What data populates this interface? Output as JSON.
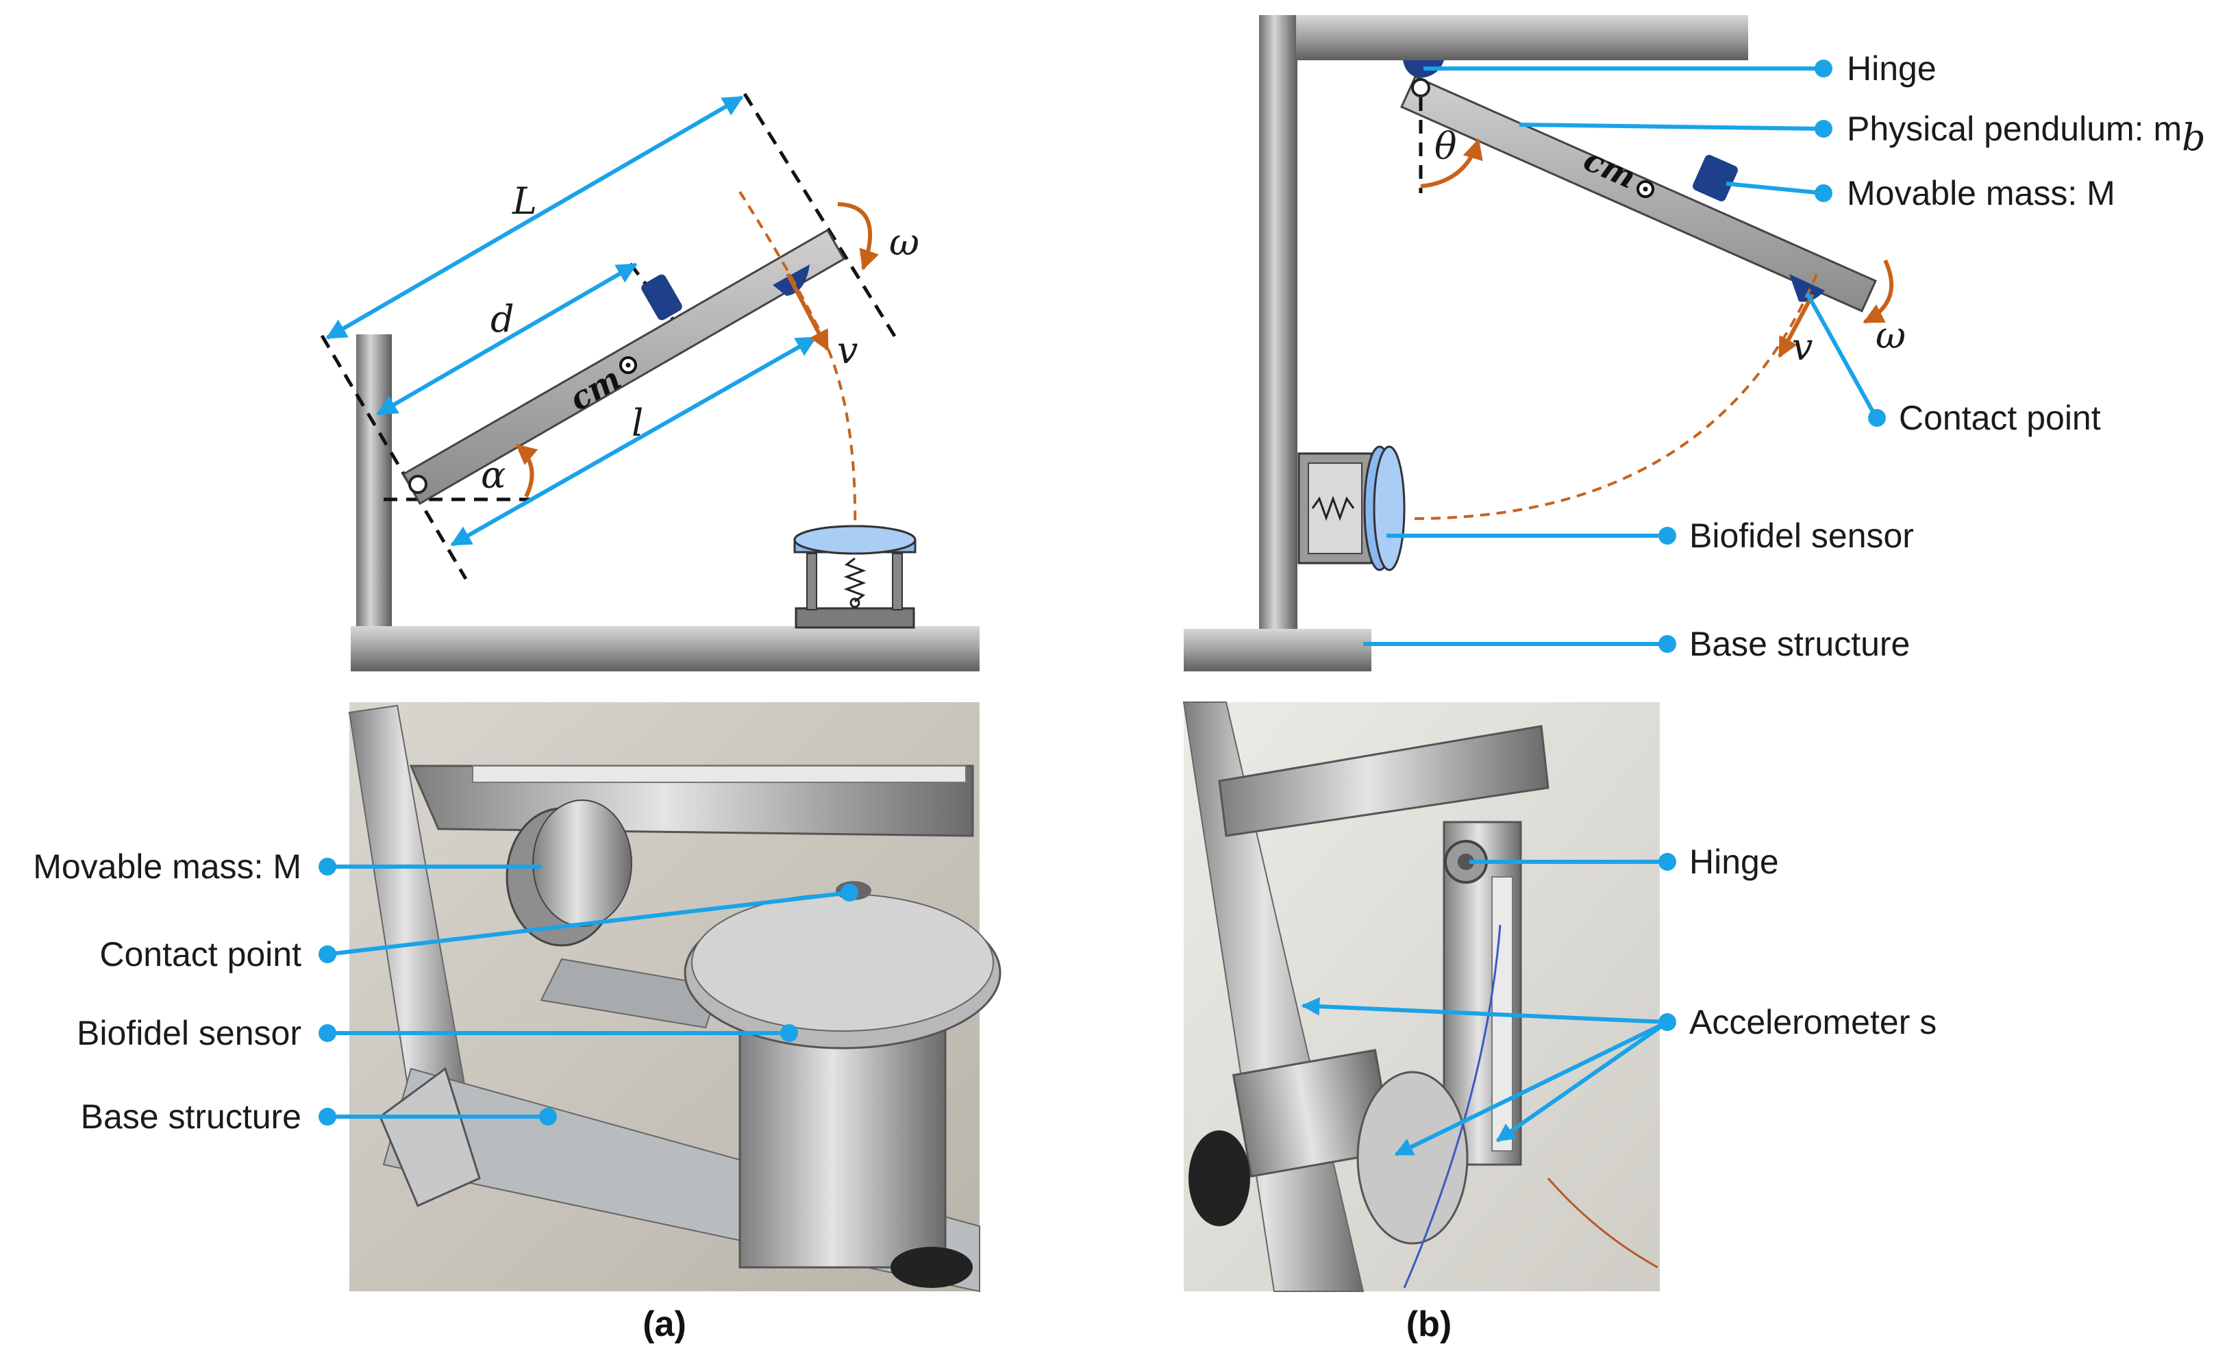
{
  "panel_a": {
    "symbols": {
      "L": "L",
      "d": "d",
      "l": "l",
      "alpha": "α",
      "omega": "ω",
      "v": "v",
      "cm": "cm"
    },
    "photo_labels": [
      "Movable mass: M",
      "Contact point",
      "Biofidel sensor",
      "Base structure"
    ],
    "caption": "(a)"
  },
  "panel_b": {
    "symbols": {
      "theta": "θ",
      "cm": "cm",
      "v": "v",
      "omega": "ω"
    },
    "diagram_labels": {
      "hinge": "Hinge",
      "pendulum": "Physical pendulum: m",
      "pendulum_sub": "b",
      "movable_mass": "Movable mass: M",
      "contact_point": "Contact point",
      "sensor": "Biofidel sensor",
      "base": "Base structure"
    },
    "photo_labels": {
      "hinge": "Hinge",
      "accelerometers": "Accelerometer s"
    },
    "caption": "(b)"
  },
  "colors": {
    "leader": "#1aa3e8",
    "arrow": "#c8621a",
    "mass": "#1e3f8a",
    "sensor": "#8ab8f0",
    "structure": "#9a9a9a"
  }
}
